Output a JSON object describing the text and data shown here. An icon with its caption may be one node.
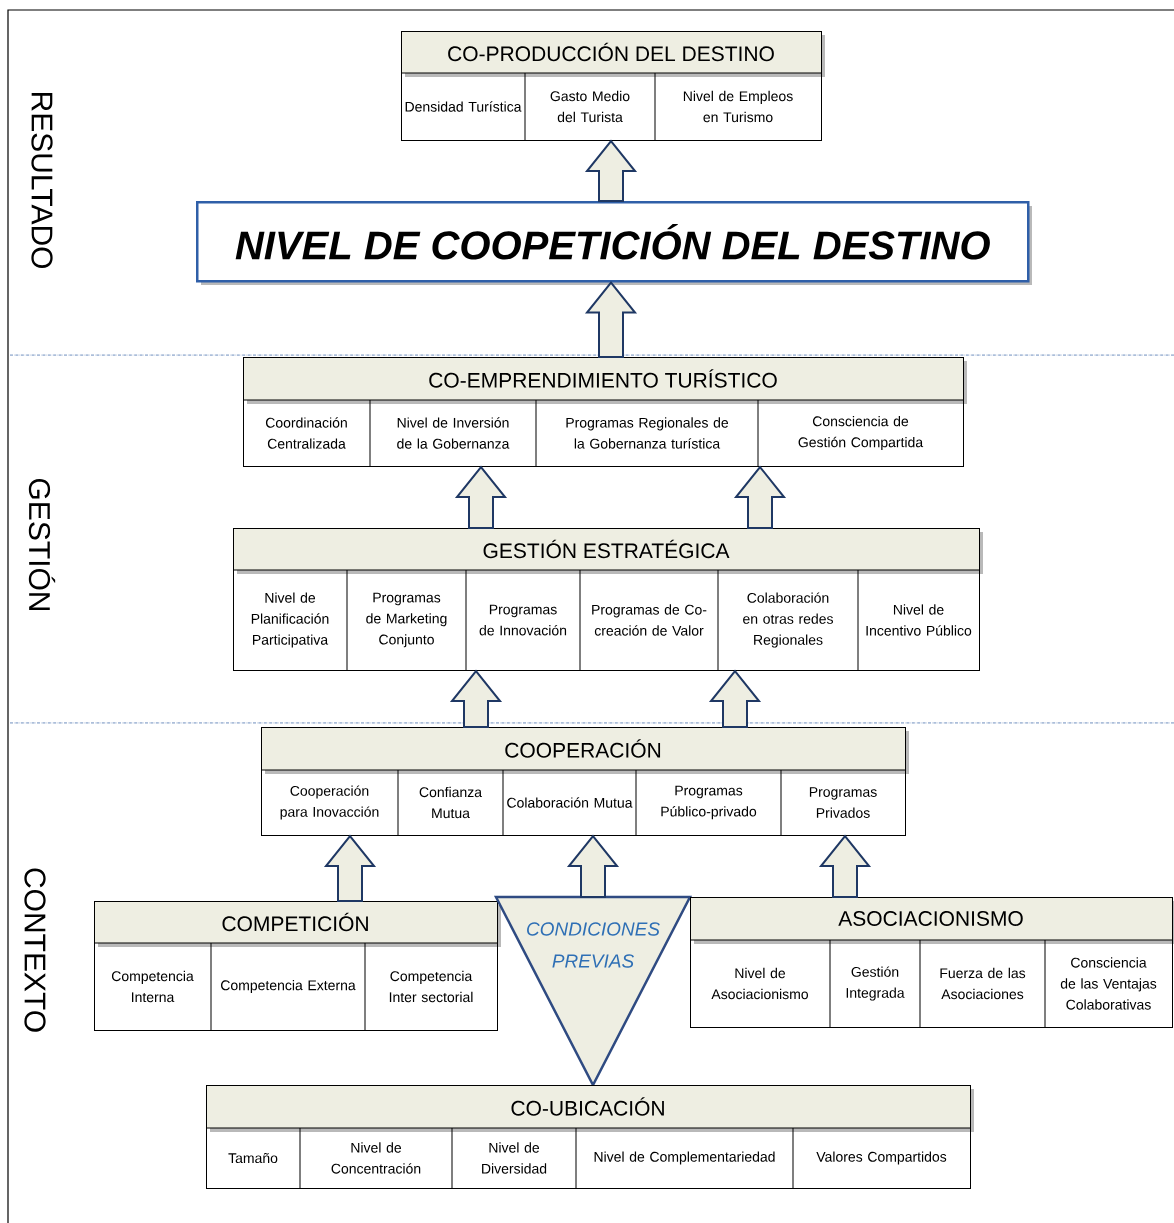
{
  "diagram": {
    "nodes": [
      {
        "text": [
          "CO-PRODUCCIÓN DEL DESTINO",
          "Densidad Turística",
          "Gasto Medio del Turista",
          "Nivel de Empleos en Turismo"
        ]
      },
      {
        "text": [
          "NIVEL DE COOPETICIÓN DEL DESTINO"
        ]
      },
      {
        "text": [
          "CO-EMPRENDIMIENTO TURÍSTICO",
          "Coordinación Centralizada",
          "Nivel de Inversión de la Gobernanza",
          "Programas Regionales de la Gobernanza turística",
          "Consciencia de Gestión Compartida"
        ]
      },
      {
        "text": [
          "GESTIÓN ESTRATÉGICA",
          "Nivel de Planificación Participativa",
          "Programas de Marketing Conjunto",
          "Programas de Innovación",
          "Programas de Co-creación de Valor",
          "Colaboración en otras redes Regionales",
          "Nivel de Incentivo Público"
        ]
      },
      {
        "text": [
          "COOPERACIÓN",
          "Cooperación para Inovacción",
          "Confianza Mutua",
          "Colaboración Mutua",
          "Programas Público-privado",
          "Programas Privados"
        ]
      },
      {
        "text": [
          "COMPETICIÓN",
          "Competencia Interna",
          "Competencia Externa",
          "Competencia Inter sectorial"
        ]
      },
      {
        "text": [
          "CONDICIONES PREVIAS"
        ]
      },
      {
        "text": [
          "ASOCIACIONISMO",
          "Nivel de Asociacionismo",
          "Gestión Integrada",
          "Fuerza de las Asociaciones",
          "Consciencia de las Ventajas Colaborativas"
        ]
      },
      {
        "text": [
          "CO-UBICACIÓN",
          "Tamaño",
          "Nivel de Concentración",
          "Nivel de Diversidad",
          "Nivel de Complementariedad",
          "Valores Compartidos"
        ]
      }
    ],
    "edges": [
      {
        "from": 1,
        "to": 0,
        "arrow": "to"
      },
      {
        "from": 2,
        "to": 1,
        "arrow": "to"
      },
      {
        "from": 3,
        "to": 2,
        "arrow": "to"
      },
      {
        "from": 3,
        "to": 2,
        "arrow": "to"
      },
      {
        "from": 4,
        "to": 3,
        "arrow": "to"
      },
      {
        "from": 4,
        "to": 3,
        "arrow": "to"
      },
      {
        "from": 5,
        "to": 4,
        "arrow": "to"
      },
      {
        "from": 6,
        "to": 4,
        "arrow": "to"
      },
      {
        "from": 7,
        "to": 4,
        "arrow": "to"
      }
    ],
    "labels": [
      "RESULTADO",
      "GESTIÓN",
      "CONTEXTO"
    ]
  }
}
